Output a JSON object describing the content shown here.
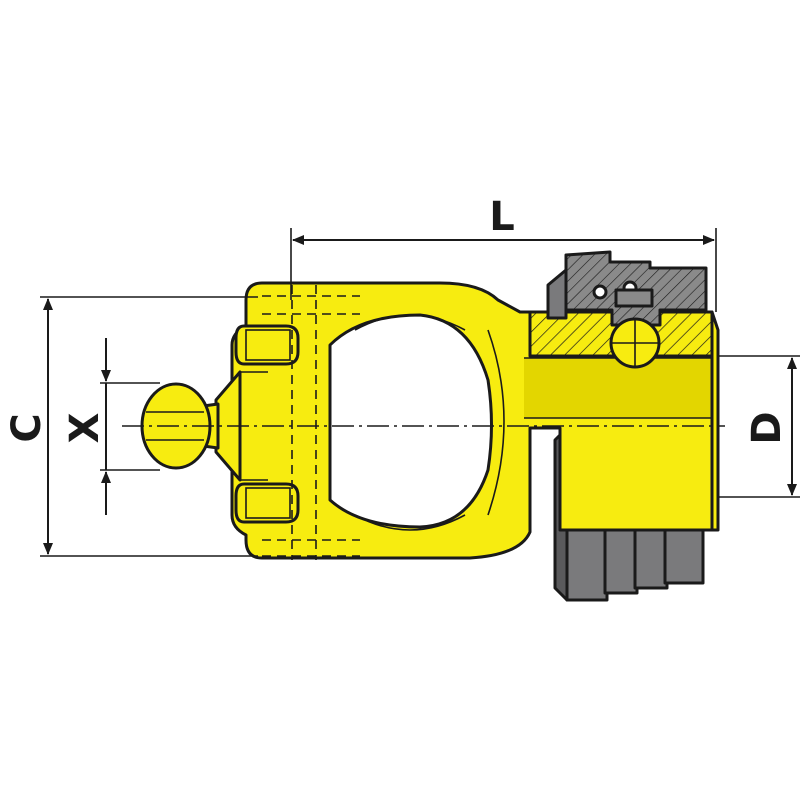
{
  "dimensions": {
    "L": "L",
    "C": "C",
    "X": "X",
    "D": "D"
  },
  "colors": {
    "body": "#f7ec10",
    "body_shade": "#e3d600",
    "rubber": "#7a7a7c",
    "rubber_dark": "#5a5a5c",
    "outline": "#1a1a1a"
  }
}
